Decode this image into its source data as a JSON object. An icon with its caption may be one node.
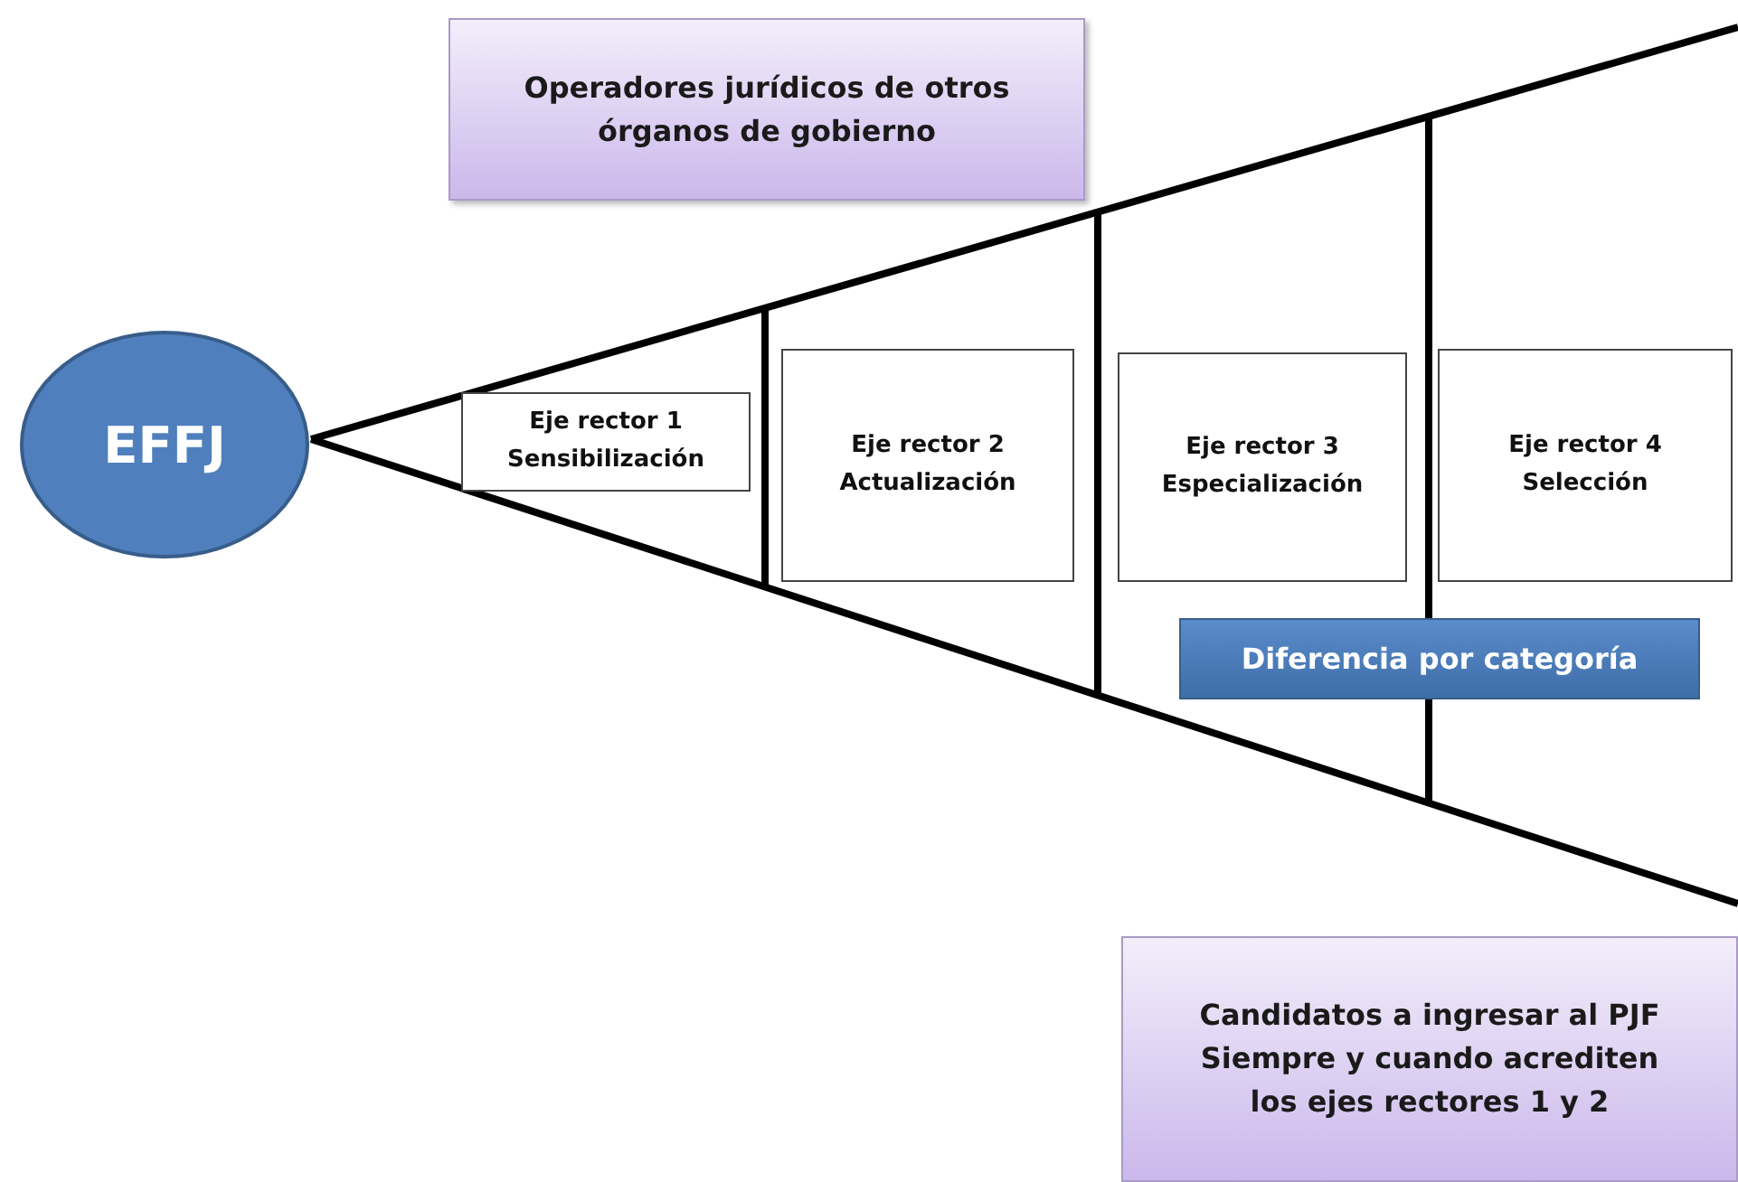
{
  "diagram": {
    "nodes": [
      {
        "text": [
          "Operadores jurídicos de otros órganos de gobierno"
        ]
      },
      {
        "text": [
          "EFFJ"
        ]
      },
      {
        "text": [
          "Eje rector 1",
          "Sensibilización"
        ]
      },
      {
        "text": [
          "Eje rector 2",
          "Actualización"
        ]
      },
      {
        "text": [
          "Eje rector 3",
          "Especialización"
        ]
      },
      {
        "text": [
          "Eje rector 4",
          "Selección"
        ]
      },
      {
        "text": [
          "Diferencia por categoría"
        ]
      },
      {
        "text": [
          "Candidatos a ingresar al PJF",
          "Siempre y cuando acrediten los ejes rectores 1 y 2"
        ]
      }
    ],
    "edges": [
      {
        "from": 1,
        "to": null,
        "arrow": "none"
      },
      {
        "from": 1,
        "to": null,
        "arrow": "none"
      }
    ]
  }
}
